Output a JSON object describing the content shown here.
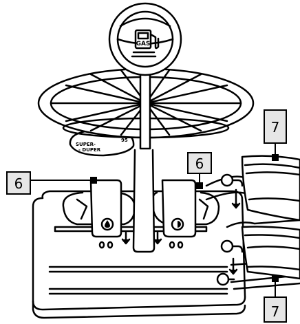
{
  "gauge": {
    "label": "GAS",
    "icon": "fuel-pump-icon"
  },
  "side_disc": {
    "line1": "SUPER-",
    "line2": "- DUPER",
    "number": "95"
  },
  "callouts": [
    {
      "label": "6"
    },
    {
      "label": "6"
    },
    {
      "label": "7"
    },
    {
      "label": "7"
    }
  ],
  "control_icons": [
    "water-drop-icon",
    "half-moon-icon"
  ],
  "colors": {
    "callout_fill": "#e6e6e6",
    "line": "#000000",
    "background": "#ffffff"
  }
}
